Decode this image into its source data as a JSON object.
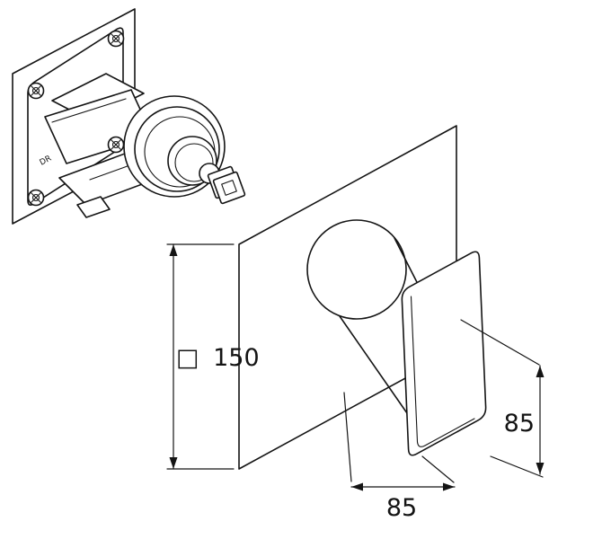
{
  "canvas": {
    "background": "#ffffff",
    "line_color": "#141414"
  },
  "diagram": {
    "type": "technical-dimension-drawing",
    "subject": "Concealed single-lever mixer: rough-in valve body with wall bracket (rear) and square trim plate with lever handle (front)",
    "labels": {
      "plate_dimension_symbol": "□",
      "plate_dimension_value": "150",
      "width_mm": "85",
      "height_mm": "85",
      "body_marking": "DR"
    }
  }
}
